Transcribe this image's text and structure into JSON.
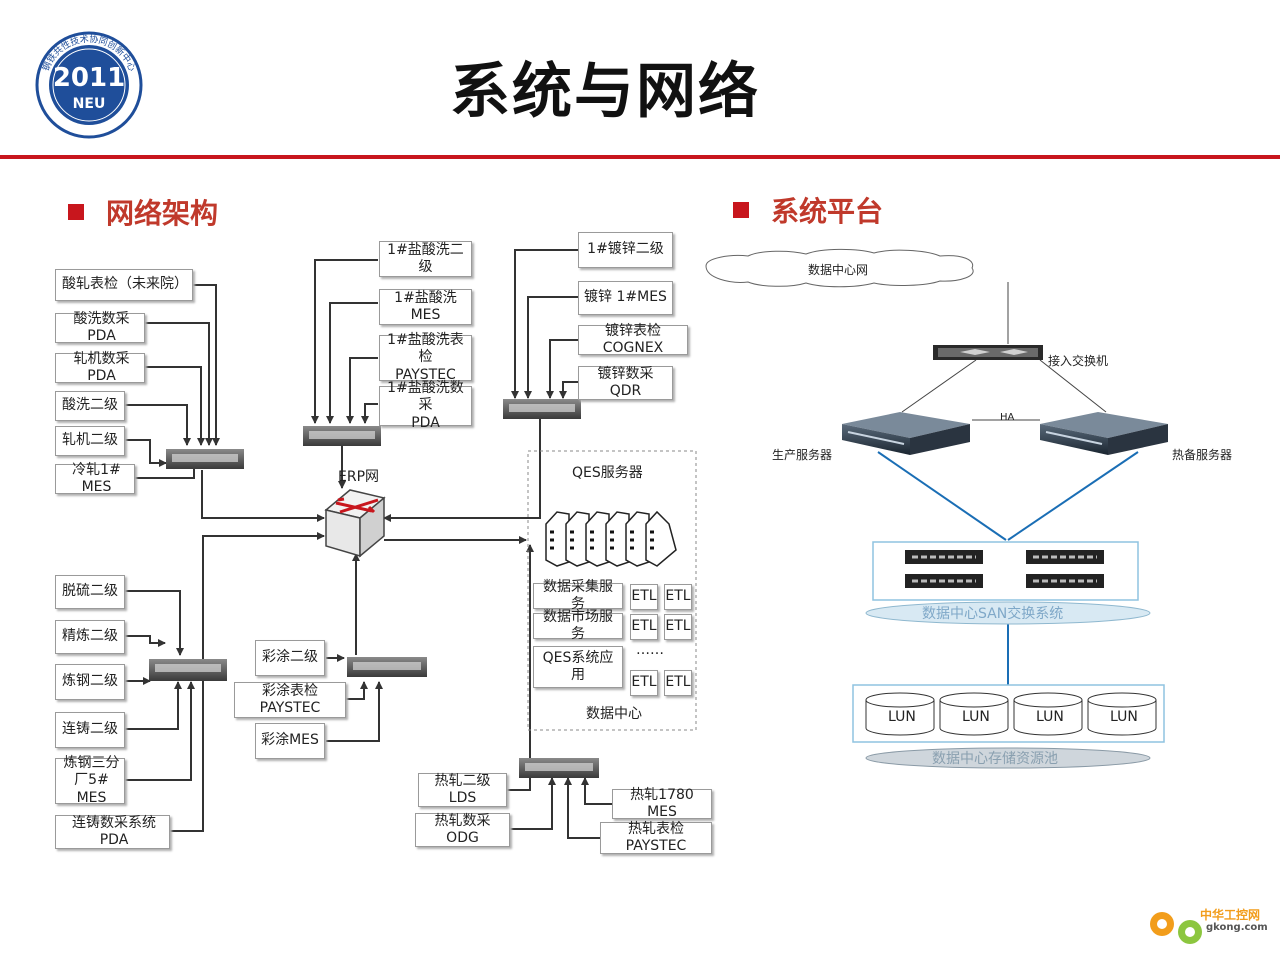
{
  "header": {
    "title": "系统与网络",
    "logo": {
      "year": "2011",
      "abbr": "NEU",
      "ring_text": "钢铁共性技术协同创新中心"
    }
  },
  "sections": {
    "network": "网络架构",
    "platform": "系统平台"
  },
  "network": {
    "left_top": [
      "酸轧表检（未来院）",
      "酸洗数采PDA",
      "轧机数采PDA",
      "酸洗二级",
      "轧机二级",
      "冷轧1# MES"
    ],
    "pickling": [
      "1#盐酸洗二级",
      "1#盐酸洗 MES",
      "1#盐酸洗表检\nPAYSTEC",
      "1#盐酸洗数采\nPDA"
    ],
    "galvanizing": [
      "1#镀锌二级",
      "镀锌 1#MES",
      "镀锌表检COGNEX",
      "镀锌数采QDR"
    ],
    "steel": [
      "脱硫二级",
      "精炼二级",
      "炼钢二级",
      "连铸二级",
      "炼钢三分\n厂5# MES",
      "连铸数采系统PDA"
    ],
    "coating": [
      "彩涂二级",
      "彩涂表检PAYSTEC",
      "彩涂MES"
    ],
    "hot_rolling": [
      "热轧二级LDS",
      "热轧数采ODG",
      "热轧1780 MES",
      "热轧表检PAYSTEC"
    ],
    "core_switch": "ERP网",
    "qes": {
      "title": "QES服务器",
      "services": [
        "数据采集服务",
        "数据市场服务",
        "QES系统应用"
      ],
      "etl": "ETL",
      "ellipsis": "……",
      "footer": "数据中心"
    }
  },
  "platform": {
    "cloud": "数据中心网",
    "access_switch": "接入交换机",
    "ha": "HA",
    "server_main": "生产服务器",
    "server_backup": "热备服务器",
    "san": "数据中心SAN交换系统",
    "lun": "LUN",
    "storage": "数据中心存储资源池"
  },
  "watermark": {
    "cn": "中华工控网",
    "url": "gkong.com"
  }
}
